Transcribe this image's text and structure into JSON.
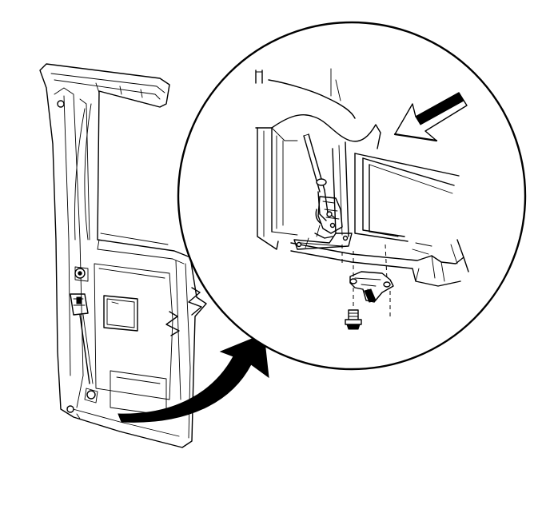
{
  "diagram": {
    "type": "technical-illustration",
    "parts": [
      "door-panel",
      "detail-circle",
      "latch-assembly",
      "actuator-rod",
      "striker-bracket",
      "mounting-bolt",
      "direction-arrow",
      "callout-arrow"
    ],
    "colors": {
      "line": "#000000",
      "background": "#ffffff"
    }
  }
}
